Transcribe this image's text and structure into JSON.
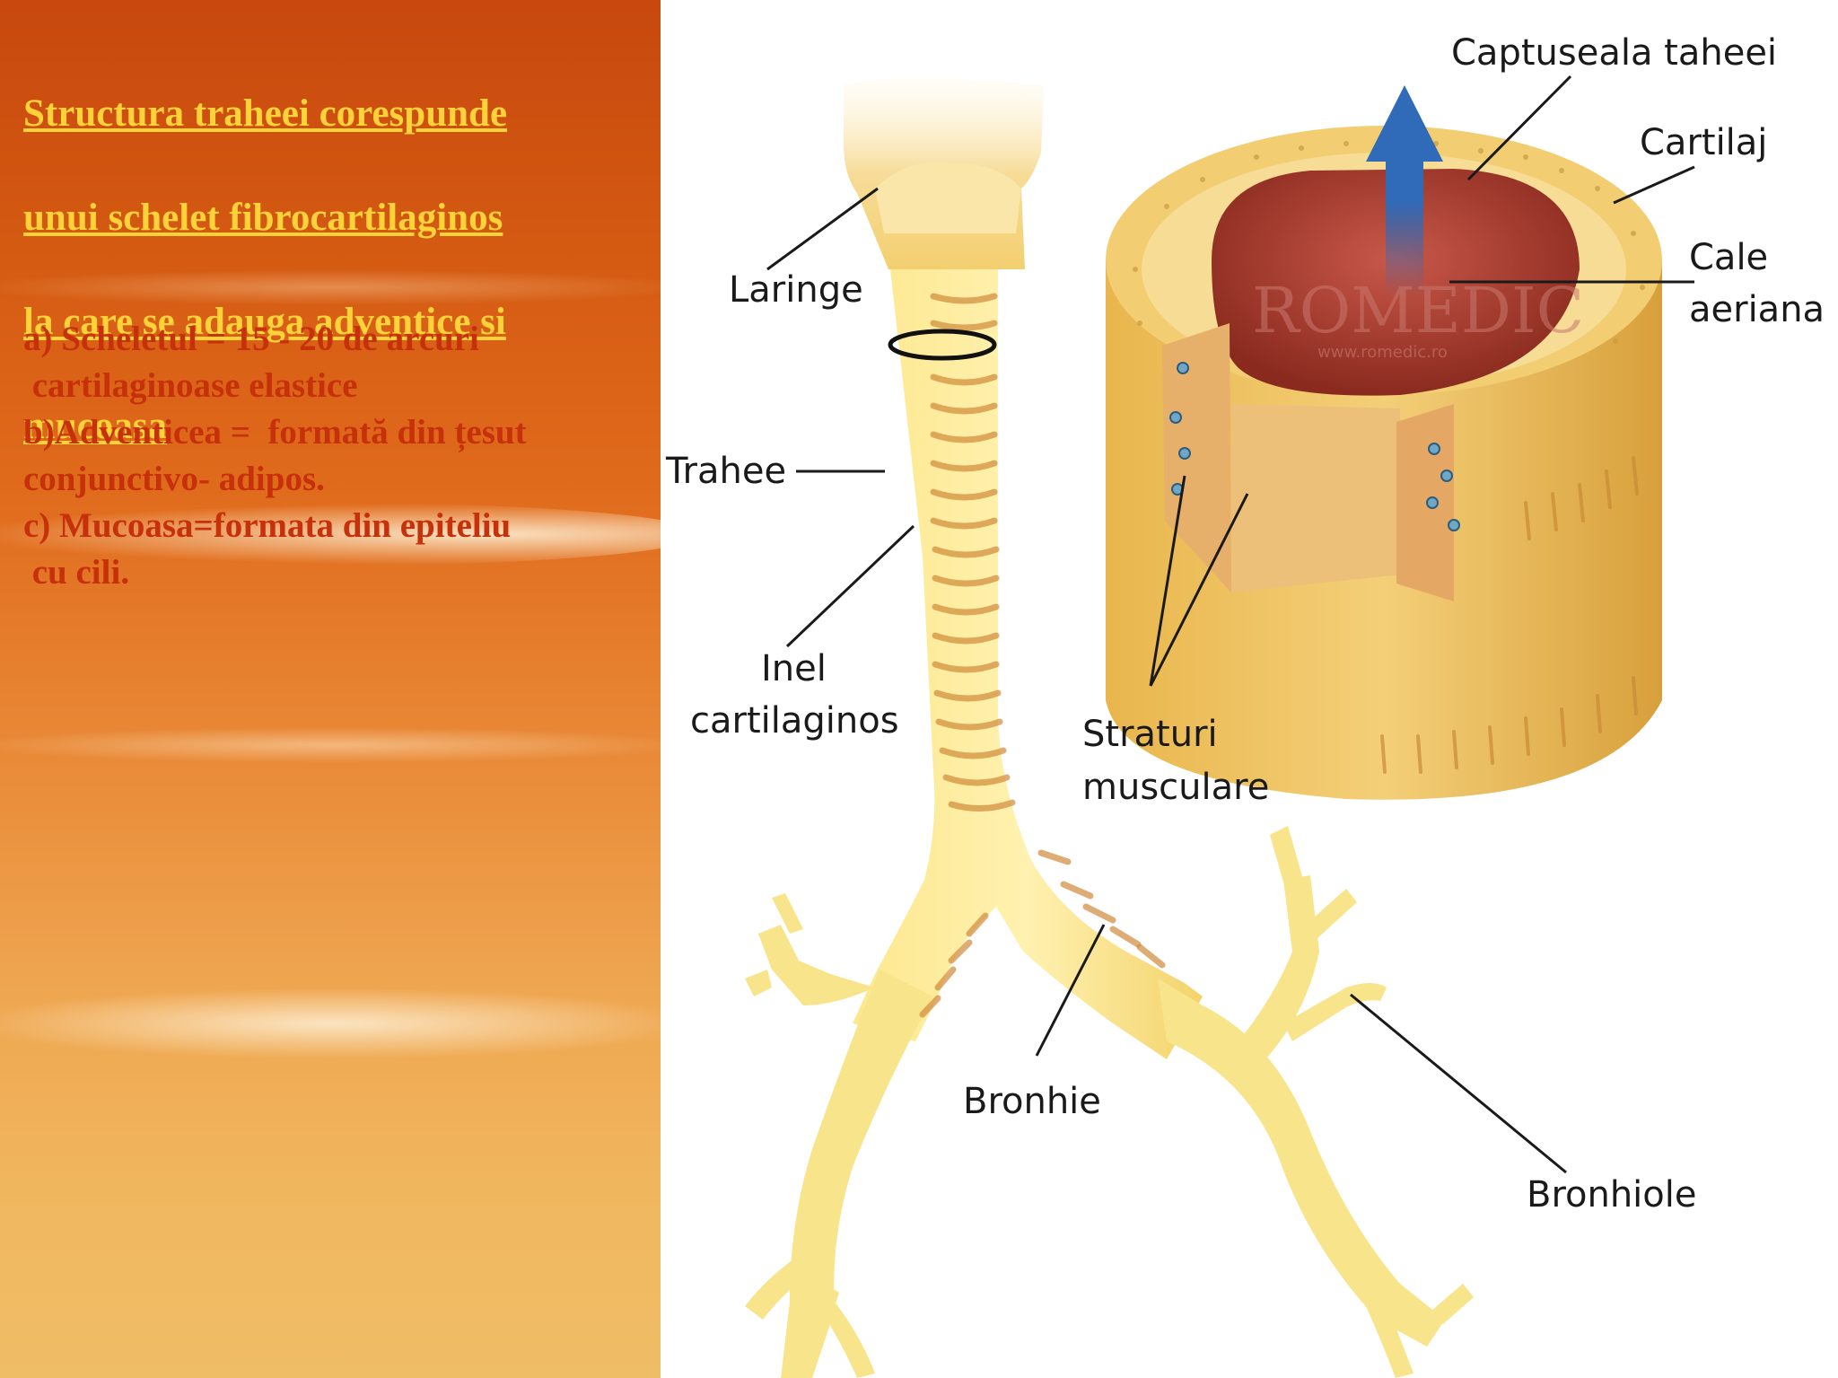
{
  "slide": {
    "title_lines": [
      "Structura traheei corespunde ",
      "unui schelet fibrocartilaginos ",
      "la care se adauga adventice si",
      " mucoasa"
    ],
    "points": [
      "a) Scheletul = 15 - 20 de arcuri",
      " cartilaginoase elastice",
      "b)Adventicea =  formată din țesut",
      "conjunctivo- adipos.",
      "c) Mucoasa=formata din epiteliu",
      " cu cili."
    ]
  },
  "diagram": {
    "labels": {
      "laringe": "Laringe",
      "trahee": "Trahee",
      "inel_line1": "Inel",
      "inel_line2": "cartilaginos",
      "bronhie": "Bronhie",
      "bronhiole": "Bronhiole",
      "captuseala": "Captuseala taheei",
      "cartilaj": "Cartilaj",
      "cale_line1": "Cale",
      "cale_line2": "aeriana",
      "straturi_line1": "Straturi",
      "straturi_line2": "musculare"
    },
    "watermark": {
      "logo": "ROMEDIC",
      "url": "www.romedic.ro"
    }
  },
  "colors": {
    "title": "#ffd23a",
    "body": "#c6300a",
    "trachea": "#f7df7a",
    "ring": "#d08a3a",
    "arrow": "#2f6bb8"
  }
}
